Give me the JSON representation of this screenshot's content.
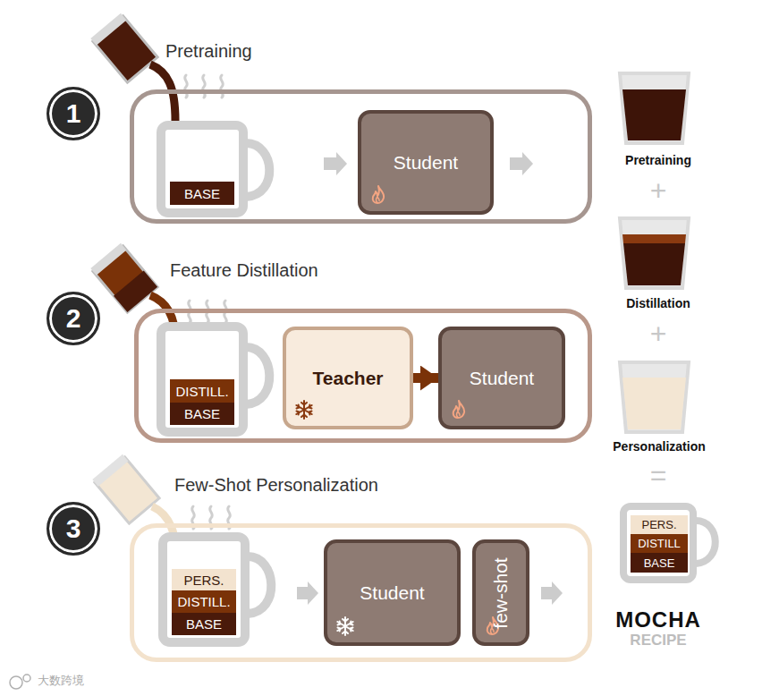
{
  "diagram": {
    "nodes": [
      {
        "text": [
          "1"
        ]
      },
      {
        "text": [
          "Pretraining"
        ]
      },
      {
        "text": [
          "BASE"
        ],
        "in": 1
      },
      {
        "text": [
          "Student"
        ],
        "in": 1
      },
      {
        "text": [
          "2"
        ]
      },
      {
        "text": [
          "Feature Distillation"
        ]
      },
      {
        "text": [
          "DISTILL."
        ],
        "in": 5
      },
      {
        "text": [
          "BASE"
        ],
        "in": 5
      },
      {
        "text": [
          "Teacher"
        ],
        "in": 5
      },
      {
        "text": [
          "Student"
        ],
        "in": 5
      },
      {
        "text": [
          "3"
        ]
      },
      {
        "text": [
          "Few-Shot Personalization"
        ]
      },
      {
        "text": [
          "PERS."
        ],
        "in": 11
      },
      {
        "text": [
          "DISTILL."
        ],
        "in": 11
      },
      {
        "text": [
          "BASE"
        ],
        "in": 11
      },
      {
        "text": [
          "Student"
        ],
        "in": 11
      },
      {
        "text": [
          "few-shot"
        ],
        "in": 11
      },
      {
        "text": [
          "PERS."
        ]
      },
      {
        "text": [
          "DISTILL"
        ]
      },
      {
        "text": [
          "BASE"
        ]
      }
    ],
    "edges": [
      {
        "from": 8,
        "to": 9,
        "arrow": "to"
      }
    ],
    "labels": [
      "Pretraining",
      "+",
      "Distillation",
      "+",
      "Personalization",
      "=",
      "MOCHA",
      "RECIPE",
      "大数跨境"
    ]
  }
}
